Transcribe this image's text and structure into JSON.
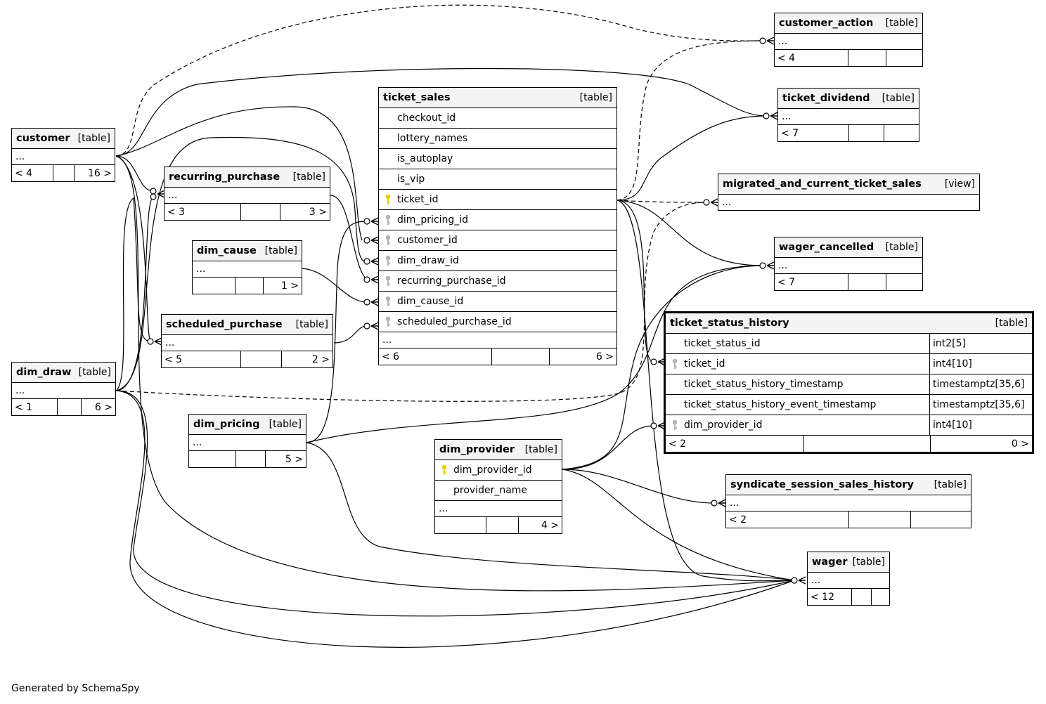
{
  "tables": {
    "customer": {
      "name": "customer",
      "kind": "[table]",
      "ellipsis": "...",
      "foot": [
        "< 4",
        "",
        "16 >"
      ]
    },
    "recurring_purchase": {
      "name": "recurring_purchase",
      "kind": "[table]",
      "ellipsis": "...",
      "foot": [
        "< 3",
        "",
        "3 >"
      ]
    },
    "dim_cause": {
      "name": "dim_cause",
      "kind": "[table]",
      "ellipsis": "...",
      "foot": [
        "",
        "",
        "1 >"
      ]
    },
    "scheduled_purchase": {
      "name": "scheduled_purchase",
      "kind": "[table]",
      "ellipsis": "...",
      "foot": [
        "< 5",
        "",
        "2 >"
      ]
    },
    "dim_draw": {
      "name": "dim_draw",
      "kind": "[table]",
      "ellipsis": "...",
      "foot": [
        "< 1",
        "",
        "6 >"
      ]
    },
    "dim_pricing": {
      "name": "dim_pricing",
      "kind": "[table]",
      "ellipsis": "...",
      "foot": [
        "",
        "",
        "5 >"
      ]
    },
    "ticket_sales": {
      "name": "ticket_sales",
      "kind": "[table]",
      "columns": [
        "checkout_id",
        "lottery_names",
        "is_autoplay",
        "is_vip",
        "ticket_id",
        "dim_pricing_id",
        "customer_id",
        "dim_draw_id",
        "recurring_purchase_id",
        "dim_cause_id",
        "scheduled_purchase_id"
      ],
      "ellipsis": "...",
      "foot": [
        "< 6",
        "",
        "6 >"
      ]
    },
    "dim_provider": {
      "name": "dim_provider",
      "kind": "[table]",
      "columns": [
        "dim_provider_id",
        "provider_name"
      ],
      "ellipsis": "...",
      "foot": [
        "",
        "",
        "4 >"
      ]
    },
    "customer_action": {
      "name": "customer_action",
      "kind": "[table]",
      "ellipsis": "...",
      "foot": [
        "< 4",
        "",
        ""
      ]
    },
    "ticket_dividend": {
      "name": "ticket_dividend",
      "kind": "[table]",
      "ellipsis": "...",
      "foot": [
        "< 7",
        "",
        ""
      ]
    },
    "migrated_and_current_ticket_sales": {
      "name": "migrated_and_current_ticket_sales",
      "kind": "[view]",
      "ellipsis": "..."
    },
    "wager_cancelled": {
      "name": "wager_cancelled",
      "kind": "[table]",
      "ellipsis": "...",
      "foot": [
        "< 7",
        "",
        ""
      ]
    },
    "ticket_status_history": {
      "name": "ticket_status_history",
      "kind": "[table]",
      "columns": [
        {
          "name": "ticket_status_id",
          "type": "int2[5]"
        },
        {
          "name": "ticket_id",
          "type": "int4[10]"
        },
        {
          "name": "ticket_status_history_timestamp",
          "type": "timestamptz[35,6]"
        },
        {
          "name": "ticket_status_history_event_timestamp",
          "type": "timestamptz[35,6]"
        },
        {
          "name": "dim_provider_id",
          "type": "int4[10]"
        }
      ],
      "foot": [
        "< 2",
        "",
        "0 >"
      ]
    },
    "syndicate_session_sales_history": {
      "name": "syndicate_session_sales_history",
      "kind": "[table]",
      "ellipsis": "...",
      "foot": [
        "< 2",
        "",
        ""
      ]
    },
    "wager": {
      "name": "wager",
      "kind": "[table]",
      "ellipsis": "...",
      "foot": [
        "< 12",
        "",
        ""
      ]
    }
  },
  "key_colors": {
    "primary": "#e8d200",
    "foreign": "#b4b4b4"
  },
  "footer": "Generated by SchemaSpy"
}
